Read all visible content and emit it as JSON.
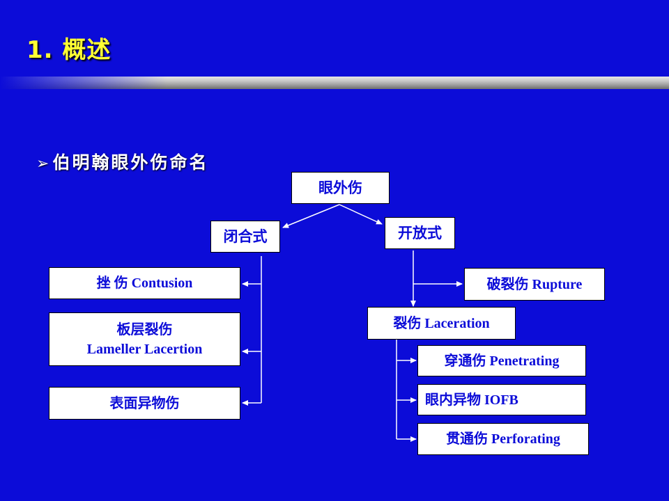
{
  "slide": {
    "title": "1. 概述",
    "bullet": "伯明翰眼外伤命名",
    "bullet_icon": "arrow-bullet"
  },
  "diagram": {
    "root": "眼外伤",
    "closed": "闭合式",
    "open": "开放式",
    "closed_children": [
      {
        "line1": "挫  伤  Contusion"
      },
      {
        "line1": "板层裂伤",
        "line2": "Lameller  Lacertion"
      },
      {
        "line1": "表面异物伤"
      }
    ],
    "rupture": "破裂伤 Rupture",
    "laceration": "裂伤  Laceration",
    "laceration_children": [
      "穿通伤 Penetrating",
      "眼内异物  IOFB",
      "贯通伤  Perforating"
    ]
  },
  "colors": {
    "background": "#0c0cd8",
    "title": "#ffff33",
    "box_text": "#0c0cd8",
    "box_bg": "#ffffff",
    "connector": "#ffffff"
  }
}
